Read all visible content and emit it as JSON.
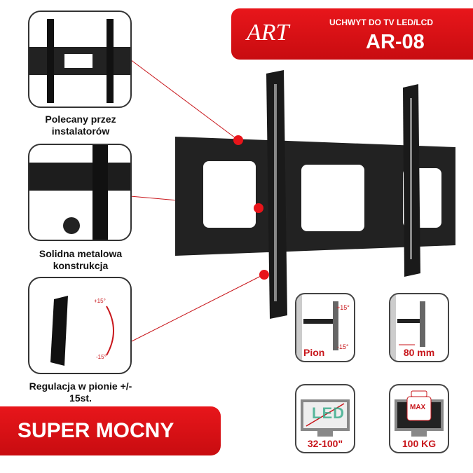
{
  "header": {
    "logo": "ART",
    "subtitle": "UCHWYT DO TV LED/LCD",
    "model": "AR-08"
  },
  "features": [
    {
      "label": "Polecany przez instalatorów"
    },
    {
      "label": "Solidna metalowa konstrukcja"
    },
    {
      "label": "Regulacja w pionie +/- 15st.",
      "angle_up": "+15°",
      "angle_down": "-15°"
    }
  ],
  "banner": "SUPER MOCNY",
  "icons": [
    {
      "caption": "Pion",
      "up": "+15°",
      "down": "-15°"
    },
    {
      "caption": "80 mm"
    },
    {
      "caption": "32-100\"",
      "screen_text": "LED"
    },
    {
      "caption": "100 KG",
      "weight_text": "MAX"
    }
  ],
  "colors": {
    "accent": "#e8161b",
    "caption": "#c8161b"
  }
}
